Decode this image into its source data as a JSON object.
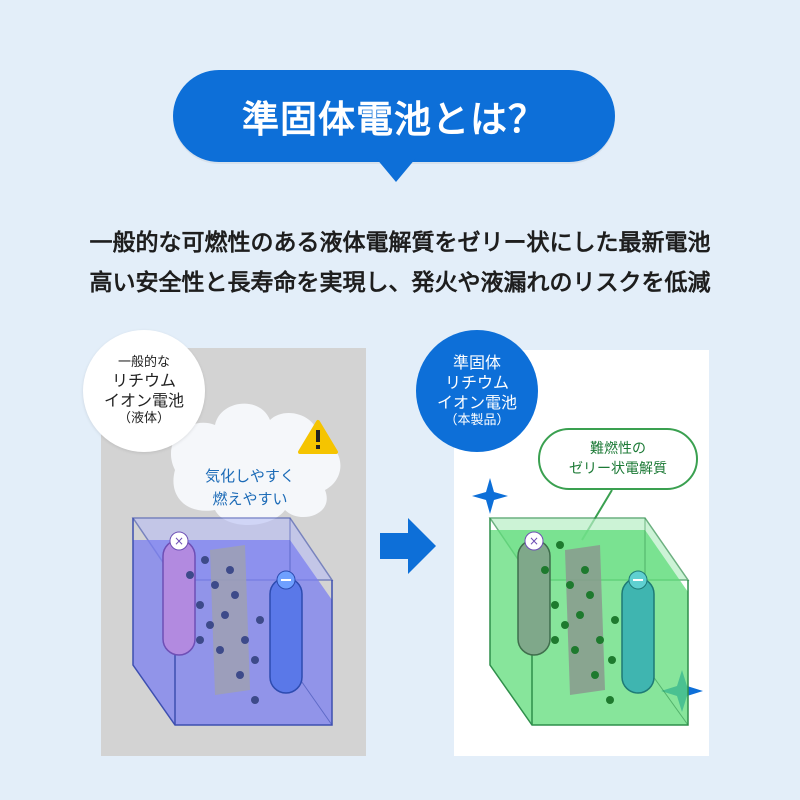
{
  "header": {
    "title": "準固体電池とは？"
  },
  "description": {
    "line1": "一般的な可燃性のある液体電解質をゼリー状にした最新電池",
    "line2": "高い安全性と長寿命を実現し、発火や液漏れのリスクを低減"
  },
  "left_panel": {
    "label_line1": "一般的な",
    "label_line2": "リチウム",
    "label_line3": "イオン電池",
    "label_line4": "（液体）",
    "cloud_line1": "気化しやすく",
    "cloud_line2": "燃えやすい",
    "warning_icon": "warning-triangle-icon",
    "electrolyte_color": "#7b7ff0"
  },
  "right_panel": {
    "label_line1": "準固体",
    "label_line2": "リチウム",
    "label_line3": "イオン電池",
    "label_line4": "（本製品）",
    "callout_line1": "難燃性の",
    "callout_line2": "ゼリー状電解質",
    "electrolyte_color": "#5fdc7a",
    "sparkle_icon": "sparkle-icon"
  },
  "colors": {
    "accent_blue": "#0d6fd8",
    "background": "#e3eef9",
    "callout_green": "#3aa050"
  }
}
